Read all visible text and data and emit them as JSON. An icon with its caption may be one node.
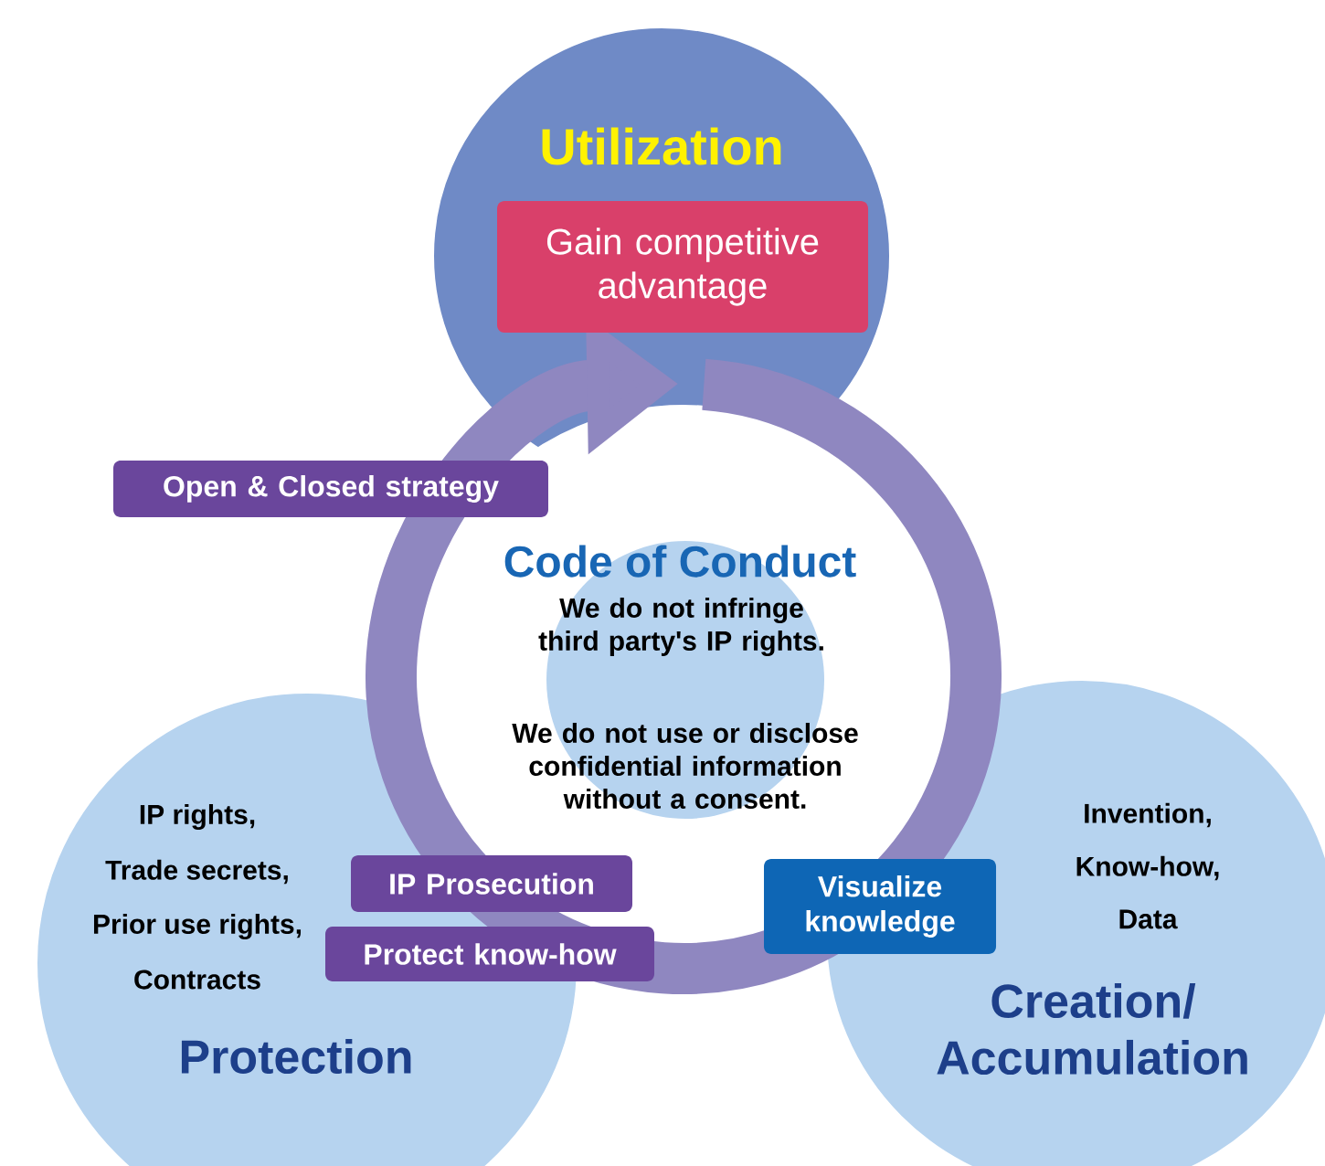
{
  "diagram": {
    "nodes": [
      {
        "text": [
          "Utilization"
        ]
      },
      {
        "text": [
          "Gain competitive advantage"
        ],
        "in": 0
      },
      {
        "text": [
          "IP rights,",
          "Trade secrets,",
          "Prior use rights,",
          "Contracts",
          "Protection"
        ]
      },
      {
        "text": [
          "Invention,",
          "Know-how,",
          "Data",
          "Creation/ Accumulation"
        ]
      },
      {
        "text": [
          "Code of Conduct",
          "We do not infringe third party's IP rights.",
          "We do not use or disclose confidential information without a consent."
        ]
      },
      {
        "text": [
          "Open & Closed strategy"
        ]
      },
      {
        "text": [
          "IP Prosecution"
        ]
      },
      {
        "text": [
          "Protect know-how"
        ]
      },
      {
        "text": [
          "Visualize knowledge"
        ]
      }
    ]
  }
}
